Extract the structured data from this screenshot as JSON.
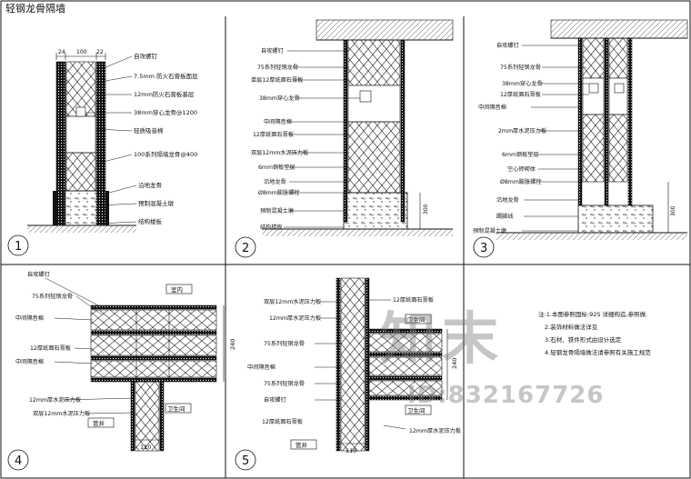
{
  "sheet_title": "轻钢龙骨隔墙",
  "d1": {
    "number": "1",
    "dims": [
      "24",
      "100",
      "22"
    ],
    "labels": [
      "自攻螺钉",
      "7.5mm 防火石膏板面层",
      "12mm防火石膏板基层",
      "38mm穿心龙骨@1200",
      "轻质吸音棉",
      "100系列隔墙龙骨@400",
      "沿地龙骨",
      "预制混凝土墩",
      "结构楼板"
    ]
  },
  "d2": {
    "number": "2",
    "dim_v": "300",
    "labels": [
      "自攻螺钉",
      "75系列轻钢龙骨",
      "单层12厚纸面石膏板",
      "38mm穿心龙骨",
      "中间隔音棉",
      "12厚纸面石膏板",
      "双层12mm水泥压力板",
      "6mm钢板垫层",
      "沿地龙骨",
      "Ø8mm膨胀螺栓",
      "预制混凝土墩",
      "结构楼板"
    ]
  },
  "d3": {
    "number": "3",
    "dim_v": "300",
    "labels": [
      "自攻螺钉",
      "75系列轻钢龙骨",
      "38mm穿心龙骨",
      "12厚纸面石膏板",
      "中间隔音棉",
      "2mm厚水泥压力板",
      "6mm钢板垫层",
      "空心砖砌体",
      "Ø8mm膨胀螺栓",
      "沿地龙骨",
      "踢脚线",
      "预制混凝土墩"
    ]
  },
  "d4": {
    "number": "4",
    "dim_v": "240",
    "dim_h": "110",
    "tags": [
      "室内",
      "卫生间",
      "管井"
    ],
    "labels": [
      "自攻螺钉",
      "75系列轻钢龙骨",
      "中间隔音棉",
      "12厚纸面石膏板",
      "中间隔音棉",
      "12mm厚水泥压力板",
      "双层12mm水泥压力板"
    ]
  },
  "d5": {
    "number": "5",
    "dim_v": "240",
    "dim_h": "110",
    "tags": [
      "卫生间",
      "卫生间",
      "管井"
    ],
    "labels": [
      "双层12mm水泥压力板",
      "12mm厚水泥压力板",
      "75系列轻钢龙骨",
      "中间隔音棉",
      "75系列轻钢龙骨",
      "自攻螺钉",
      "12厚纸面石膏板",
      "12mm厚水泥压力板",
      "12厚纸面石膏板"
    ]
  },
  "notes": {
    "lines": [
      "注:1.本图参照国标:92S 详细构造,参照做.",
      "2.装饰材料做法详见",
      "3.石材、铁件形式由设计选定",
      "4.轻钢龙骨隔墙做法请参照有关施工规范"
    ]
  },
  "watermark": {
    "logo": "知末",
    "id": "ID:832167726"
  },
  "colors": {
    "line": "#111111",
    "hatch": "#333333",
    "watermark": "#8a8a8a"
  }
}
